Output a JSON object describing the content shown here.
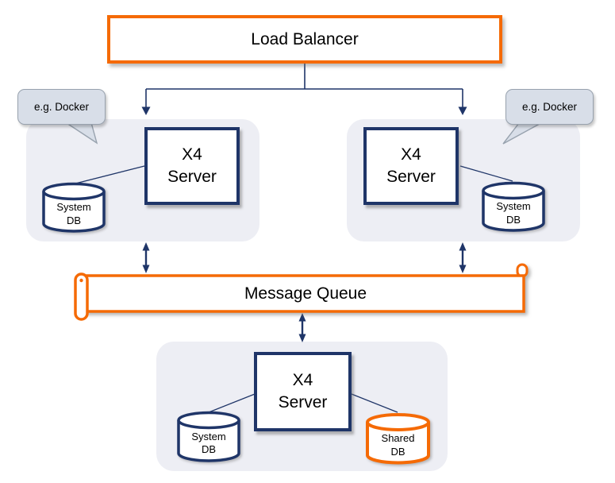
{
  "colors": {
    "orange": "#F56A05",
    "navy": "#1F3568",
    "container_bg": "#EDEEF4",
    "bubble_bg": "#D8DEE8",
    "bubble_border": "#98A2AE",
    "text": "#000000"
  },
  "load_balancer": {
    "label": "Load Balancer"
  },
  "message_queue": {
    "label": "Message Queue"
  },
  "annotations": {
    "left_bubble": "e.g. Docker",
    "right_bubble": "e.g. Docker"
  },
  "clusters": {
    "left": {
      "server": "X4\nServer",
      "db": "System\nDB"
    },
    "right": {
      "server": "X4\nServer",
      "db": "System\nDB"
    },
    "bottom": {
      "server": "X4\nServer",
      "system_db": "System\nDB",
      "shared_db": "Shared\nDB"
    }
  }
}
